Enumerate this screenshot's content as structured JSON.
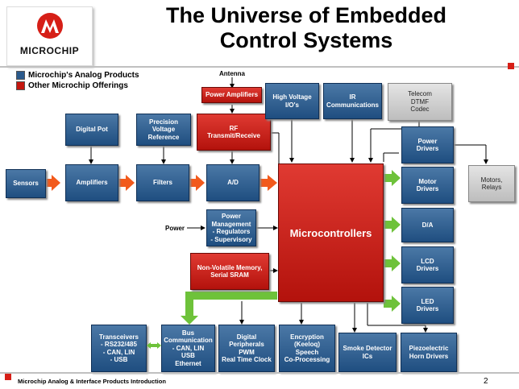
{
  "header": {
    "title_line1": "The Universe of Embedded",
    "title_line2": "Control Systems",
    "logo_text": "MICROCHIP"
  },
  "legend": {
    "analog": "Microchip's Analog Products",
    "other": "Other Microchip Offerings"
  },
  "labels": {
    "antenna": "Antenna",
    "power": "Power"
  },
  "boxes": {
    "sensors": "Sensors",
    "amplifiers": "Amplifiers",
    "filters": "Filters",
    "ad": "A/D",
    "digital_pot": "Digital Pot",
    "precision_ref": "Precision\nVoltage\nReference",
    "power_amps": "Power Amplifiers",
    "rf": "RF\nTransmit/Receive",
    "high_voltage": "High Voltage\nI/O's",
    "ir": "IR\nCommunications",
    "telecom": "Telecom\nDTMF\nCodec",
    "power_drivers": "Power\nDrivers",
    "motor_drivers": "Motor\nDrivers",
    "motors_relays": "Motors,\nRelays",
    "da": "D/A",
    "lcd": "LCD\nDrivers",
    "led": "LED\nDrivers",
    "power_mgmt": "Power\nManagement\n- Regulators\n- Supervisory",
    "nvm": "Non-Volatile Memory,\nSerial SRAM",
    "microcontrollers": "Microcontrollers",
    "transceivers": "Transceivers\n- RS232/485\n-  CAN, LIN\n-  USB",
    "bus_comm": "Bus\nCommunication\n- CAN, LIN\nUSB\nEthernet",
    "digital_periph": "Digital\nPeripherals\nPWM\nReal Time Clock",
    "encryption": "Encryption\n(Keeloq)\nSpeech\nCo-Processing",
    "smoke": "Smoke Detector\nICs",
    "piezo": "Piezoelectric\nHorn Drivers"
  },
  "footer": {
    "text": "Microchip Analog & Interface Products  Introduction",
    "page": "2"
  },
  "colors": {
    "analog_blue": "#1f4e80",
    "other_red": "#c4170f",
    "bus_green": "#6ec23a",
    "signal_orange": "#f25a1c"
  }
}
